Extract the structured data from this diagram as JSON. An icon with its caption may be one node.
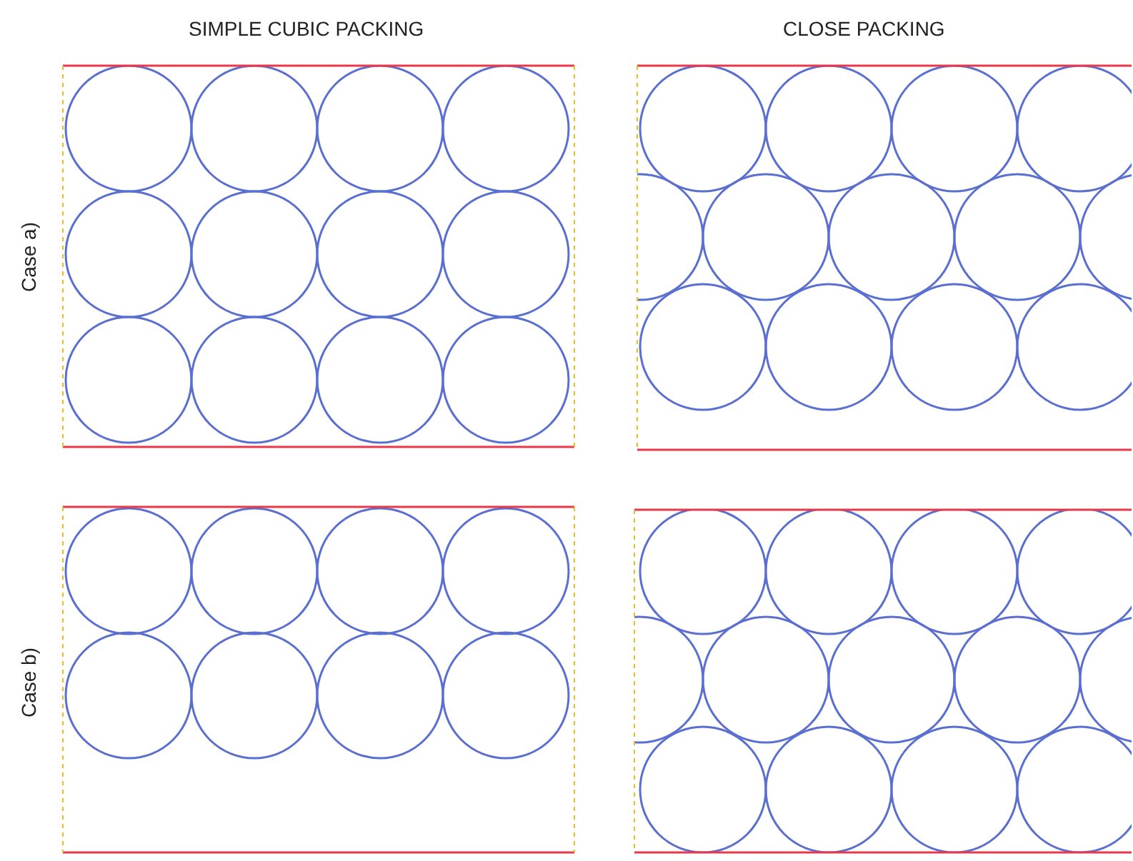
{
  "diagram": {
    "labels": [
      "SIMPLE CUBIC PACKING",
      "CLOSE PACKING",
      "Case a)",
      "Case b)"
    ]
  }
}
